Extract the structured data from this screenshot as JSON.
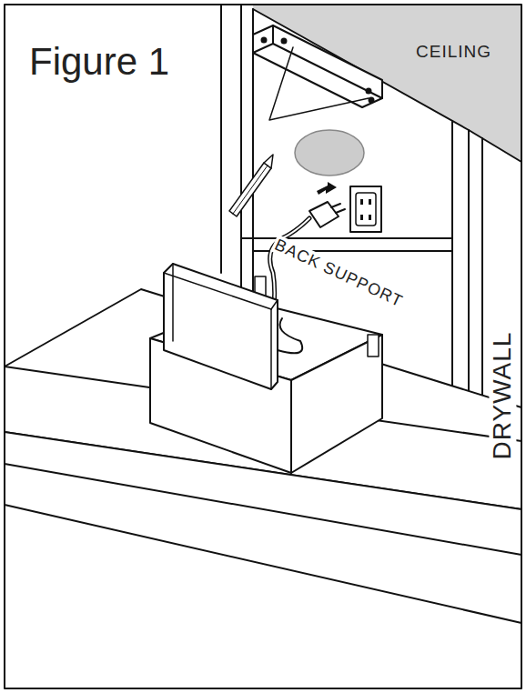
{
  "diagram": {
    "title": "Figure 1",
    "labels": [
      "CEILING",
      "BACK SUPPORT",
      "DRYWALL"
    ]
  }
}
